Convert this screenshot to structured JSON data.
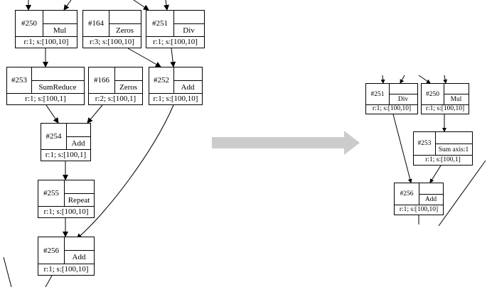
{
  "before_graph": {
    "nodes": [
      {
        "id": "#250",
        "op": "Mul",
        "meta": "r:1; s:[100,10]"
      },
      {
        "id": "#164",
        "op": "Zeros",
        "meta": "r:3; s:[100,10]"
      },
      {
        "id": "#251",
        "op": "Div",
        "meta": "r:1; s:[100,10]"
      },
      {
        "id": "#253",
        "op": "SumReduce",
        "meta": "r:1; s:[100,1]"
      },
      {
        "id": "#166",
        "op": "Zeros",
        "meta": "r:2; s:[100,1]"
      },
      {
        "id": "#252",
        "op": "Add",
        "meta": "r:1; s:[100,10]"
      },
      {
        "id": "#254",
        "op": "Add",
        "meta": "r:1; s:[100,1]"
      },
      {
        "id": "#255",
        "op": "Repeat",
        "meta": "r:1; s:[100,10]"
      },
      {
        "id": "#256",
        "op": "Add",
        "meta": "r:1; s:[100,10]"
      }
    ]
  },
  "after_graph": {
    "nodes": [
      {
        "id": "#251",
        "op": "Div",
        "meta": "r:1; s:[100,10]"
      },
      {
        "id": "#250",
        "op": "Mul",
        "meta": "r:1; s:[100,10]"
      },
      {
        "id": "#253",
        "op": "Sum axis:1",
        "meta": "r:1; s:[100,1]"
      },
      {
        "id": "#256",
        "op": "Add",
        "meta": "r:1; s:[100,10]"
      }
    ]
  },
  "arrow_color": "#cccccc"
}
